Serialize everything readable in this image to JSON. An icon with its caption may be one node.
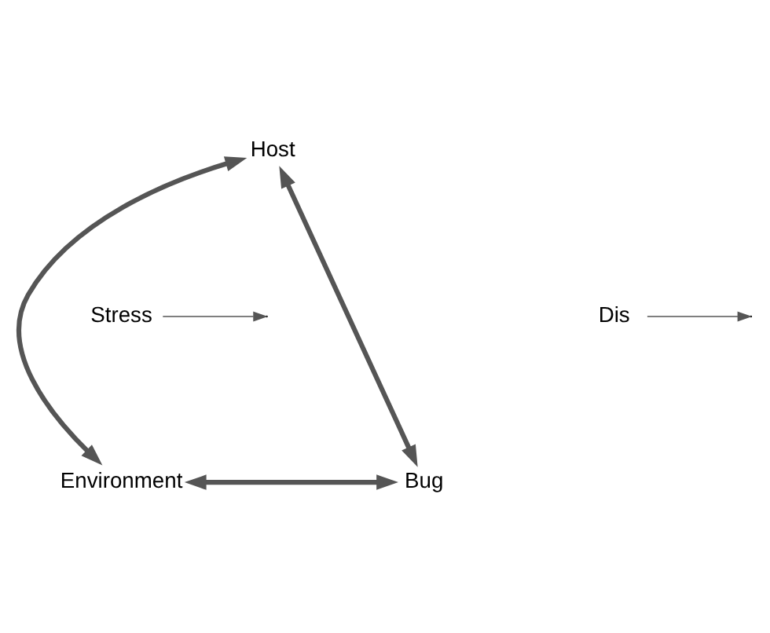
{
  "diagram": {
    "nodes": [
      {
        "text": [
          "Host"
        ]
      },
      {
        "text": [
          "Environment"
        ]
      },
      {
        "text": [
          "Bug"
        ]
      },
      {
        "text": [
          "Stress"
        ]
      },
      {
        "text": [
          "Dis"
        ]
      }
    ],
    "edges": [
      {
        "from": 0,
        "to": 1,
        "arrow": "both"
      },
      {
        "from": 0,
        "to": 2,
        "arrow": "both"
      },
      {
        "from": 1,
        "to": 2,
        "arrow": "both"
      },
      {
        "from": 3,
        "to": null,
        "arrow": "to"
      },
      {
        "from": 4,
        "to": null,
        "arrow": "to"
      }
    ]
  }
}
